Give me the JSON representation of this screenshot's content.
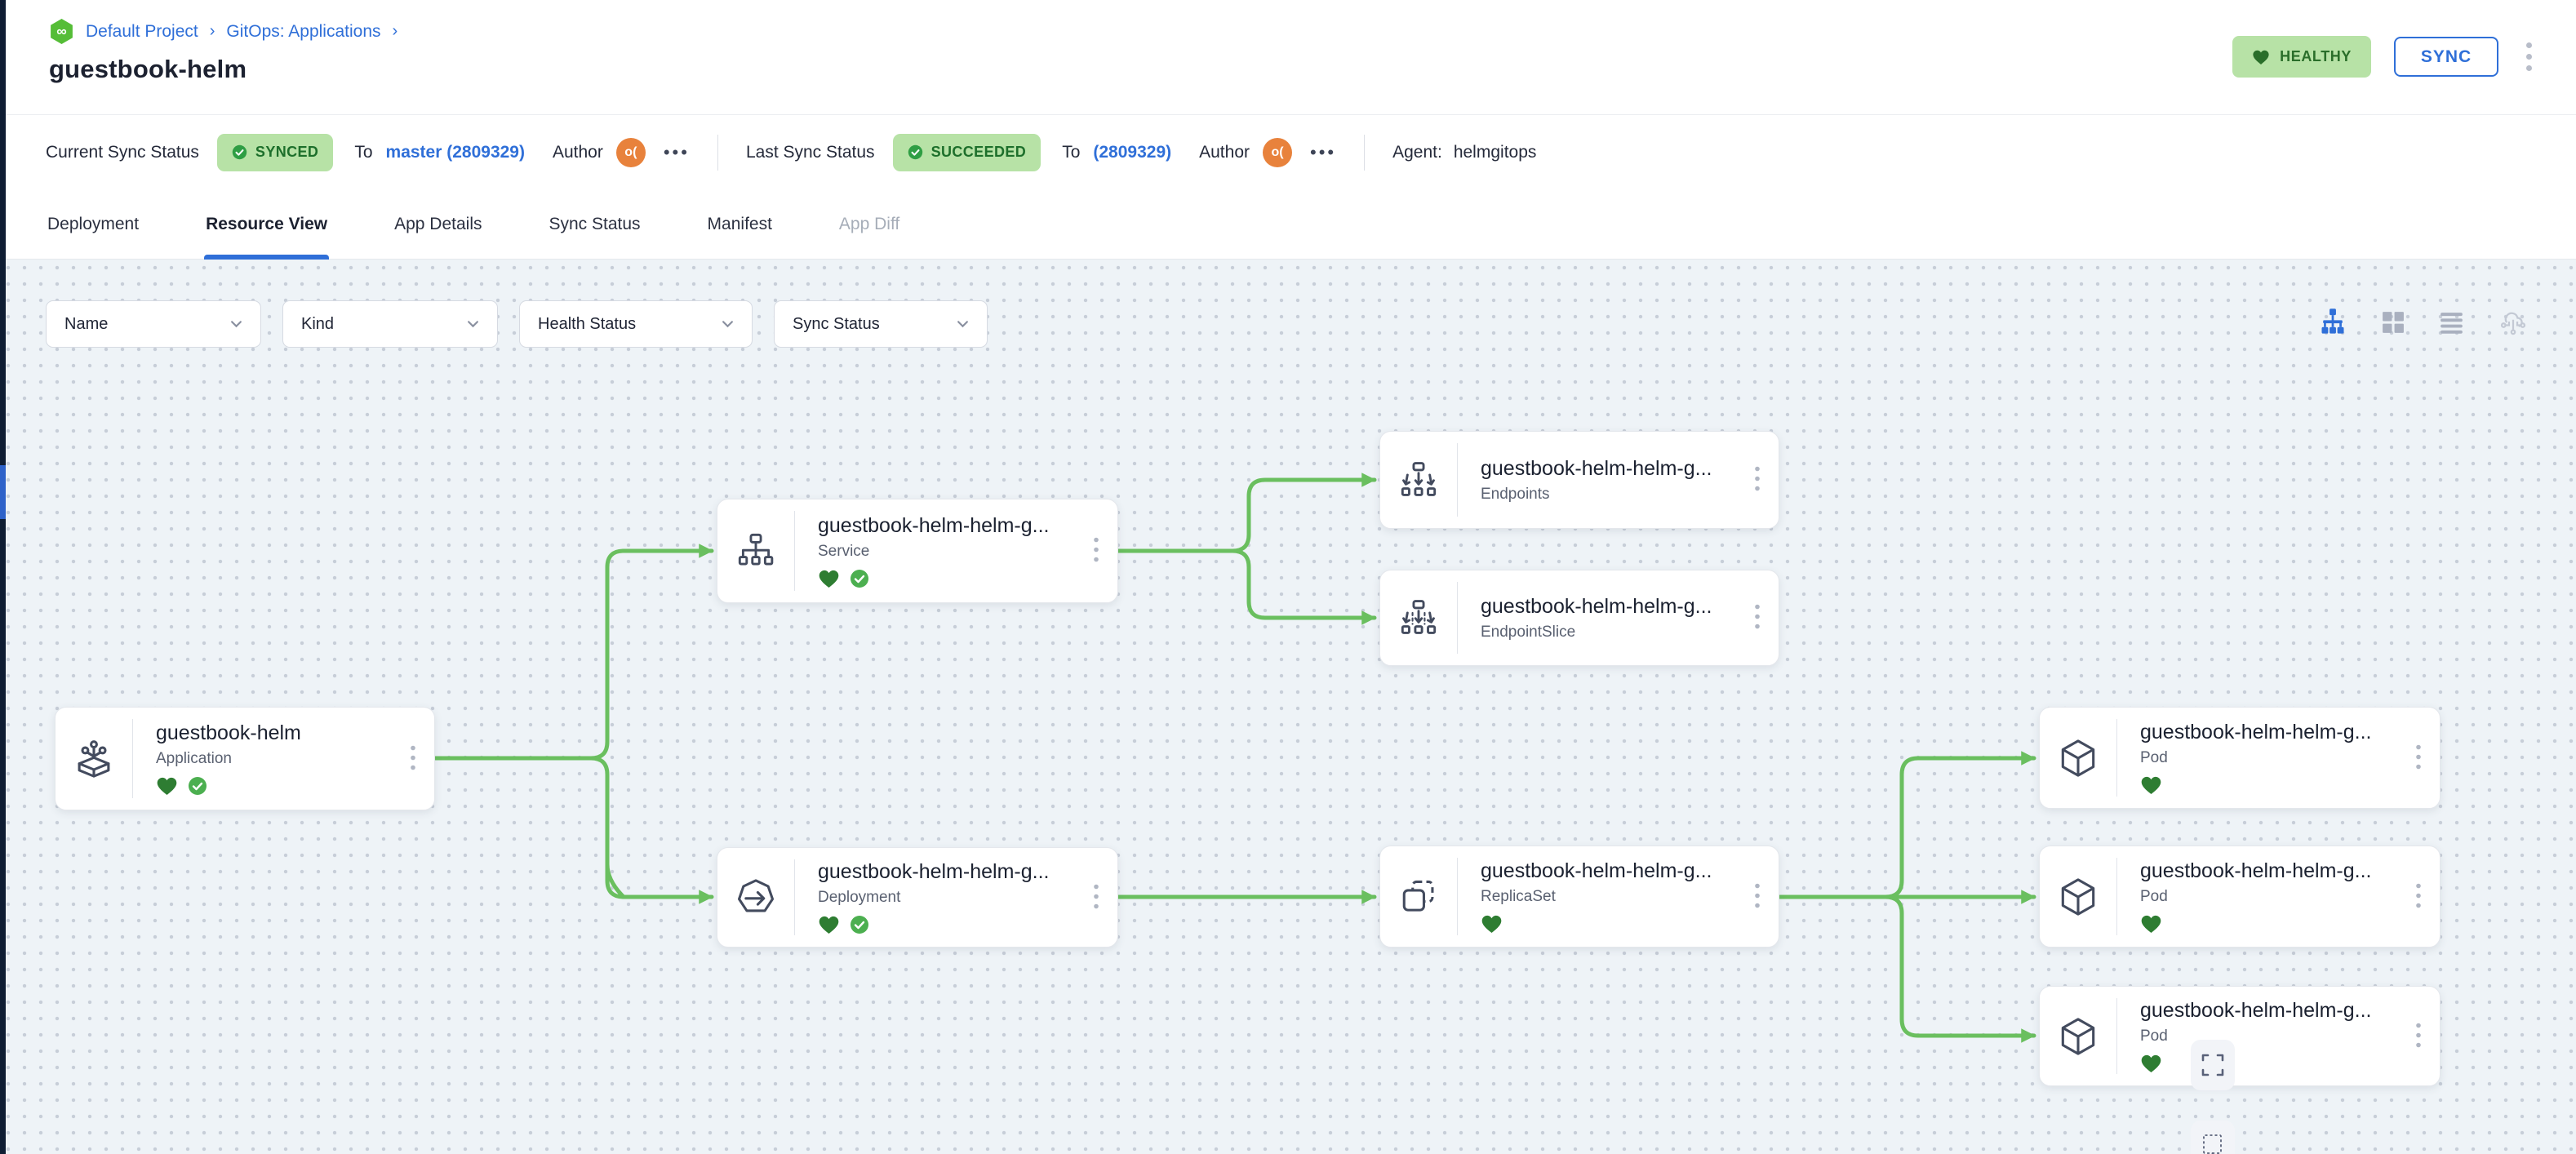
{
  "colors": {
    "accent_blue": "#2f6fd8",
    "edge_green": "#6abf5f",
    "badge_green_bg": "#b7e2a6",
    "badge_green_text": "#1d6f2b",
    "heart_green": "#2e7d32",
    "check_green": "#4caf50",
    "avatar_orange": "#e8823c",
    "canvas_bg": "#eef3f7"
  },
  "breadcrumb": {
    "project": "Default Project",
    "section": "GitOps: Applications",
    "separator": "›"
  },
  "page_title": "guestbook-helm",
  "header_actions": {
    "health_label": "HEALTHY",
    "sync_label": "SYNC"
  },
  "status_bar": {
    "current_label": "Current Sync Status",
    "current_badge": "SYNCED",
    "to_label": "To",
    "current_revision": "master (2809329)",
    "author_label": "Author",
    "avatar_initials": "o(",
    "more_label": "•••",
    "last_label": "Last Sync Status",
    "last_badge": "SUCCEEDED",
    "last_revision": "(2809329)",
    "agent_label": "Agent:",
    "agent_value": "helmgitops"
  },
  "tabs": [
    {
      "label": "Deployment",
      "state": "normal"
    },
    {
      "label": "Resource View",
      "state": "active"
    },
    {
      "label": "App Details",
      "state": "normal"
    },
    {
      "label": "Sync Status",
      "state": "normal"
    },
    {
      "label": "Manifest",
      "state": "normal"
    },
    {
      "label": "App Diff",
      "state": "disabled"
    }
  ],
  "filters": [
    {
      "label": "Name"
    },
    {
      "label": "Kind"
    },
    {
      "label": "Health Status"
    },
    {
      "label": "Sync Status"
    }
  ],
  "view_toggles": [
    {
      "name": "tree-view",
      "active": true
    },
    {
      "name": "grid-view",
      "active": false
    },
    {
      "name": "list-view",
      "active": false
    },
    {
      "name": "cloud-view",
      "active": false
    }
  ],
  "nodes": [
    {
      "title": "guestbook-helm",
      "kind": "Application",
      "health": [
        "healthy",
        "synced"
      ]
    },
    {
      "title": "guestbook-helm-helm-g...",
      "kind": "Service",
      "health": [
        "healthy",
        "synced"
      ]
    },
    {
      "title": "guestbook-helm-helm-g...",
      "kind": "Endpoints",
      "health": []
    },
    {
      "title": "guestbook-helm-helm-g...",
      "kind": "EndpointSlice",
      "health": []
    },
    {
      "title": "guestbook-helm-helm-g...",
      "kind": "Deployment",
      "health": [
        "healthy",
        "synced"
      ]
    },
    {
      "title": "guestbook-helm-helm-g...",
      "kind": "ReplicaSet",
      "health": [
        "healthy"
      ]
    },
    {
      "title": "guestbook-helm-helm-g...",
      "kind": "Pod",
      "health": [
        "healthy"
      ]
    },
    {
      "title": "guestbook-helm-helm-g...",
      "kind": "Pod",
      "health": [
        "healthy"
      ]
    },
    {
      "title": "guestbook-helm-helm-g...",
      "kind": "Pod",
      "health": [
        "healthy"
      ]
    }
  ],
  "edges": [
    {
      "from": "Application",
      "to": "Service"
    },
    {
      "from": "Application",
      "to": "Deployment"
    },
    {
      "from": "Service",
      "to": "Endpoints"
    },
    {
      "from": "Service",
      "to": "EndpointSlice"
    },
    {
      "from": "Deployment",
      "to": "ReplicaSet"
    },
    {
      "from": "ReplicaSet",
      "to": "Pod"
    },
    {
      "from": "ReplicaSet",
      "to": "Pod"
    },
    {
      "from": "ReplicaSet",
      "to": "Pod"
    }
  ]
}
